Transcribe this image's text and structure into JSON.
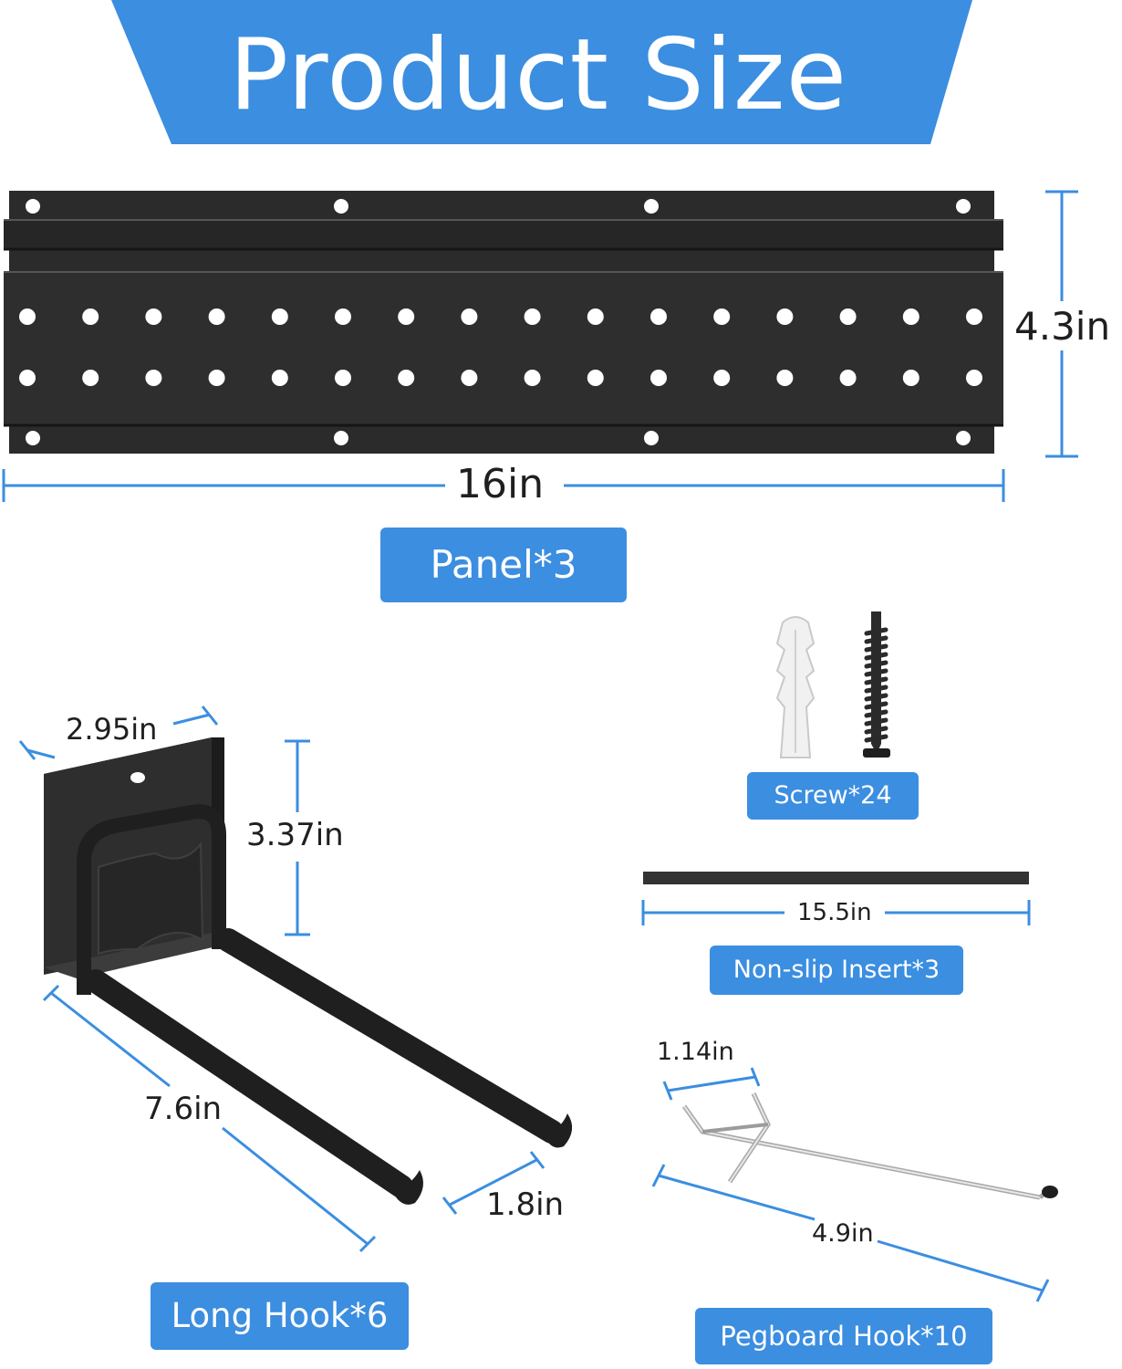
{
  "header": {
    "title": "Product Size"
  },
  "colors": {
    "accent": "#3b8ee0",
    "product": "#2b2b2b",
    "dimension_line": "#3b8ee0"
  },
  "panel": {
    "width_label": "16in",
    "height_label": "4.3in",
    "name_label": "Panel*3"
  },
  "screw": {
    "name_label": "Screw*24"
  },
  "insert": {
    "length_label": "15.5in",
    "name_label": "Non-slip Insert*3"
  },
  "long_hook": {
    "width_label": "2.95in",
    "height_label": "3.37in",
    "length_label": "7.6in",
    "spacing_label": "1.8in",
    "name_label": "Long Hook*6"
  },
  "pegboard_hook": {
    "width_label": "1.14in",
    "length_label": "4.9in",
    "name_label": "Pegboard Hook*10"
  }
}
